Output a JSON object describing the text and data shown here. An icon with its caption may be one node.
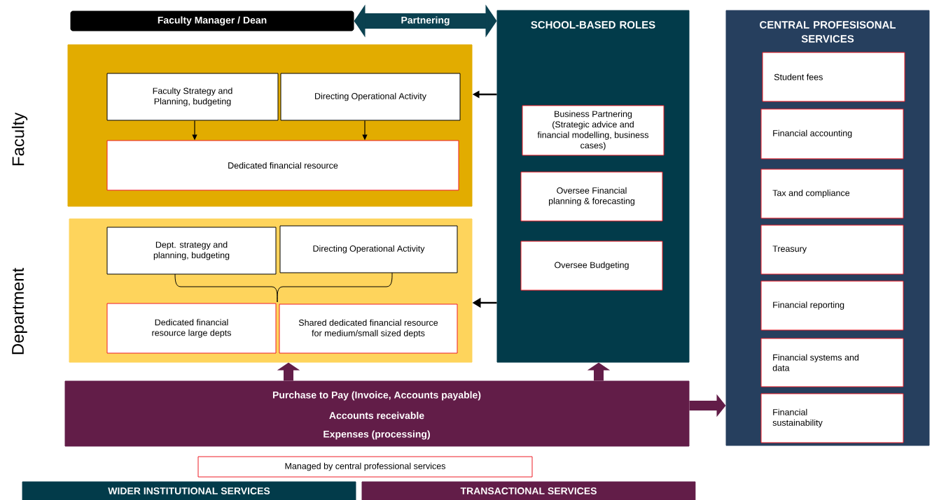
{
  "diagram": {
    "nodes": [
      {
        "text": [
          "Faculty Manager / Dean"
        ]
      },
      {
        "text": [
          "Faculty"
        ]
      },
      {
        "text": [
          "Faculty Strategy and Planning, budgeting"
        ],
        "in": 1
      },
      {
        "text": [
          "Directing Operational Activity"
        ],
        "in": 1
      },
      {
        "text": [
          "Dedicated financial resource"
        ],
        "in": 1
      },
      {
        "text": [
          "Department"
        ]
      },
      {
        "text": [
          "Dept. strategy and planning, budgeting"
        ],
        "in": 5
      },
      {
        "text": [
          "Directing Operational Activity"
        ],
        "in": 5
      },
      {
        "text": [
          "Dedicated financial resource large depts"
        ],
        "in": 5
      },
      {
        "text": [
          "Shared dedicated financial resource for medium/small sized depts"
        ],
        "in": 5
      },
      {
        "text": [
          "SCHOOL-BASED ROLES"
        ]
      },
      {
        "text": [
          "Business Partnering (Strategic advice and financial modelling, business cases)"
        ],
        "in": 10
      },
      {
        "text": [
          "Oversee Financial planning & forecasting"
        ],
        "in": 10
      },
      {
        "text": [
          "Oversee Budgeting"
        ],
        "in": 10
      },
      {
        "text": [
          "CENTRAL PROFESISONAL SERVICES"
        ]
      },
      {
        "text": [
          "Student fees"
        ],
        "in": 14
      },
      {
        "text": [
          "Financial accounting"
        ],
        "in": 14
      },
      {
        "text": [
          "Tax and compliance"
        ],
        "in": 14
      },
      {
        "text": [
          "Treasury"
        ],
        "in": 14
      },
      {
        "text": [
          "Financial reporting"
        ],
        "in": 14
      },
      {
        "text": [
          "Financial systems and data"
        ],
        "in": 14
      },
      {
        "text": [
          "Financial sustainability"
        ],
        "in": 14
      },
      {
        "text": [
          "Purchase to Pay (Invoice, Accounts payable)",
          "Accounts receivable",
          "Expenses (processing)"
        ]
      },
      {
        "text": [
          "Managed by central professional services"
        ]
      },
      {
        "text": [
          "WIDER INSTITUTIONAL SERVICES"
        ]
      },
      {
        "text": [
          "TRANSACTIONAL SERVICES"
        ]
      }
    ],
    "edges": [
      {
        "from": 2,
        "to": 4,
        "arrow": "to"
      },
      {
        "from": 3,
        "to": 4,
        "arrow": "to"
      },
      {
        "from": 10,
        "to": 1,
        "arrow": "to"
      },
      {
        "from": 10,
        "to": 5,
        "arrow": "to"
      },
      {
        "from": 0,
        "to": 10,
        "arrow": "both",
        "label": "Partnering",
        "style": "thick",
        "color": "#0b4150"
      },
      {
        "from": 22,
        "to": 5,
        "arrow": "to",
        "style": "thick",
        "color": "#621d48"
      },
      {
        "from": 22,
        "to": 10,
        "arrow": "to",
        "style": "thick",
        "color": "#621d48"
      },
      {
        "from": 22,
        "to": 14,
        "arrow": "to",
        "style": "thick",
        "color": "#621d48"
      }
    ]
  }
}
